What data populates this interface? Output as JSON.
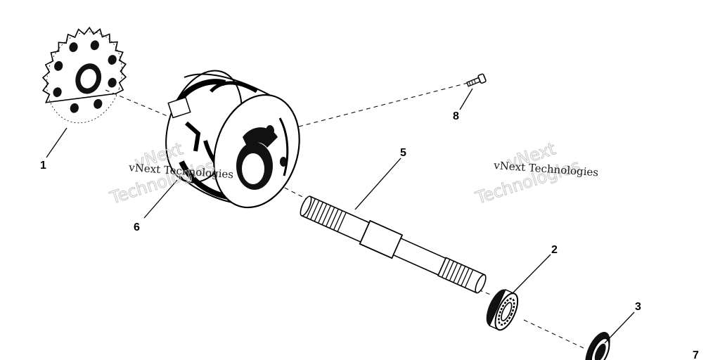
{
  "callouts": {
    "c1": "1",
    "c2": "2",
    "c3": "3",
    "c5": "5",
    "c6": "6",
    "c7": "7",
    "c8": "8"
  },
  "watermark": {
    "small": "vNext Technologies",
    "big_line1": "vNext",
    "big_line2": "Technologies"
  }
}
